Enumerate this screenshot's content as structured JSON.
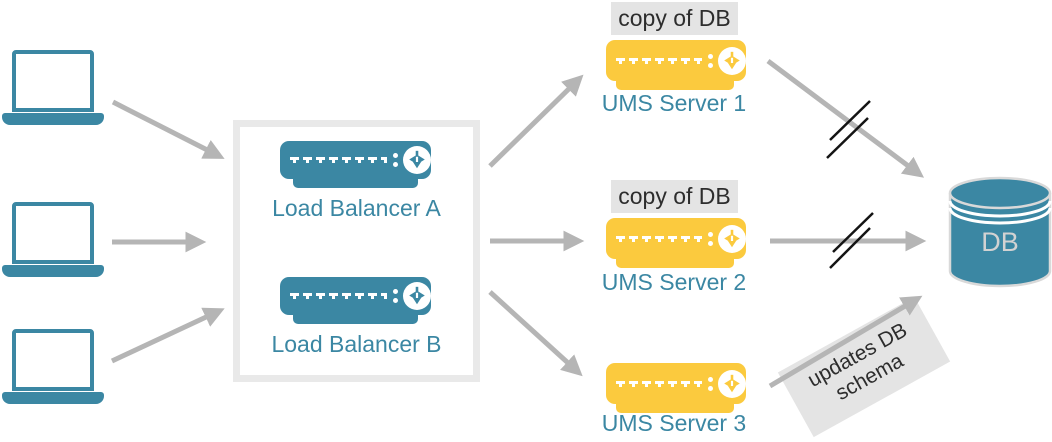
{
  "clients": {
    "items": [
      {
        "icon": "laptop-icon"
      },
      {
        "icon": "laptop-icon"
      },
      {
        "icon": "laptop-icon"
      }
    ]
  },
  "load_balancers": {
    "items": [
      {
        "label": "Load Balancer A"
      },
      {
        "label": "Load Balancer B"
      }
    ]
  },
  "ums_servers": {
    "items": [
      {
        "label": "UMS Server 1",
        "badge": "copy of DB"
      },
      {
        "label": "UMS Server 2",
        "badge": "copy of DB"
      },
      {
        "label": "UMS Server 3"
      }
    ]
  },
  "database": {
    "label": "DB"
  },
  "annotation": {
    "text": "updates DB schema"
  },
  "colors": {
    "teal": "#3b87a3",
    "yellow": "#fbca3e",
    "label-bg": "#e4e4e4",
    "label-text": "#2d2d2d",
    "arrow": "#b5b5b5",
    "slash": "#141414",
    "box-border": "#e9e9e9",
    "db-text": "#d2d2d2"
  }
}
